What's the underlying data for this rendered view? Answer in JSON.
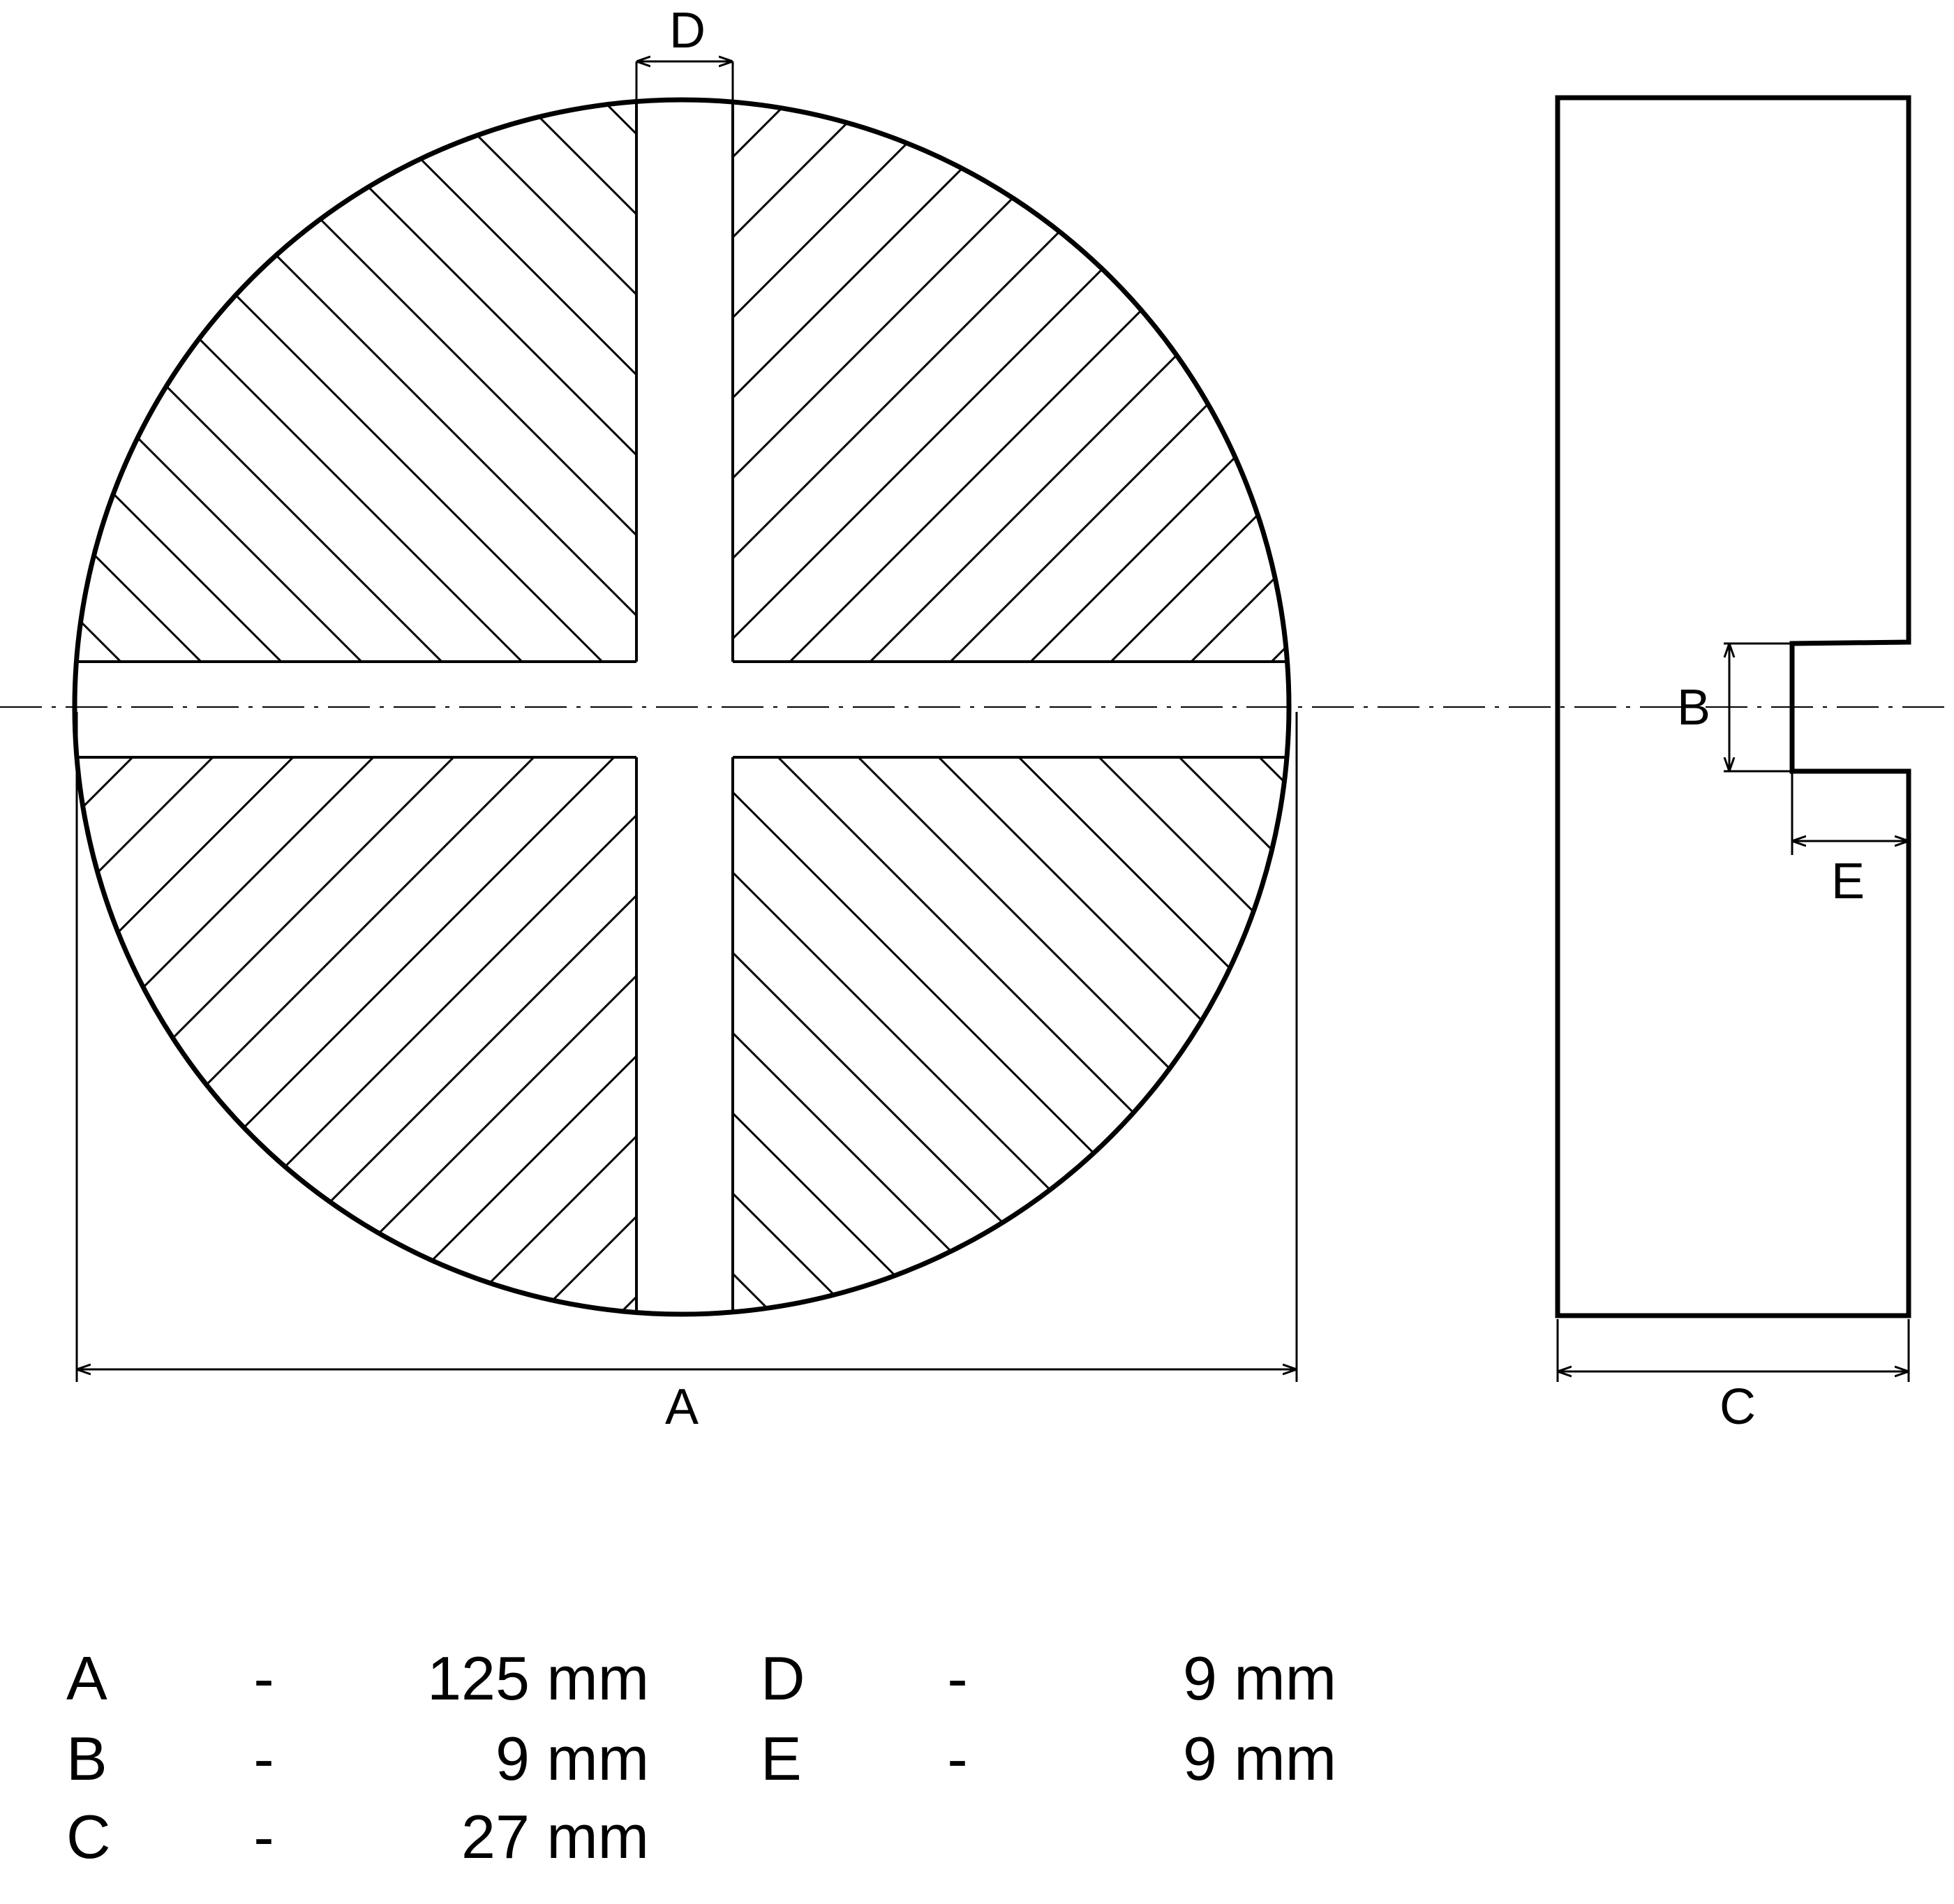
{
  "colors": {
    "ink": "#000000",
    "background": "#ffffff"
  },
  "labels": {
    "a": "A",
    "b": "B",
    "c": "C",
    "d": "D",
    "e": "E"
  },
  "specs": {
    "rows": [
      {
        "letter": "A",
        "dash": "-",
        "value": "125 mm"
      },
      {
        "letter": "B",
        "dash": "-",
        "value": "9 mm"
      },
      {
        "letter": "C",
        "dash": "-",
        "value": "27 mm"
      },
      {
        "letter": "D",
        "dash": "-",
        "value": "9 mm"
      },
      {
        "letter": "E",
        "dash": "-",
        "value": "9 mm"
      }
    ]
  }
}
